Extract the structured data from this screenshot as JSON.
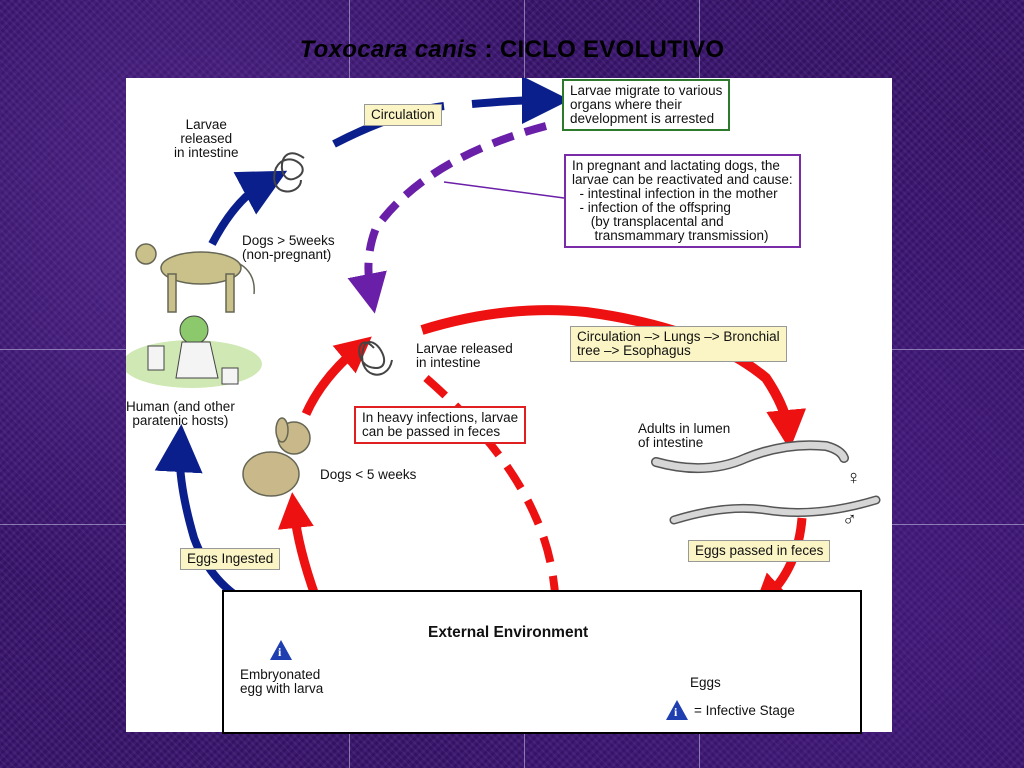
{
  "title": {
    "species": "Toxocara canis",
    "rest": " : CICLO EVOLUTIVO"
  },
  "labels": {
    "larvae_released_intestine_top": "Larvae\nreleased\nin intestine",
    "circulation": "Circulation",
    "larvae_migrate": "Larvae migrate to various\norgans where their\ndevelopment is arrested",
    "pregnant_note": "In pregnant and lactating dogs, the\nlarvae can be reactivated and cause:\n  - intestinal infection in the mother\n  - infection of the offspring\n     (by transplacental and\n      transmammary transmission)",
    "dogs_over_5weeks": "Dogs > 5weeks\n(non-pregnant)",
    "human_hosts": "Human (and other\nparatenic hosts)",
    "larvae_released_center": "Larvae released\nin intestine",
    "circulation_route": "Circulation –> Lungs –> Bronchial\ntree –> Esophagus",
    "heavy_infections": "In heavy infections, larvae\ncan be passed in feces",
    "dogs_under_5weeks": "Dogs < 5 weeks",
    "adults_lumen": "Adults in lumen\nof intestine",
    "female_symbol": "♀",
    "male_symbol": "♂",
    "eggs_passed": "Eggs passed in feces",
    "eggs_ingested": "Eggs Ingested",
    "external_environment": "External Environment",
    "embryonated_egg": "Embryonated\negg with larva",
    "eggs": "Eggs",
    "infective_stage": "= Infective Stage",
    "info_glyph": "i"
  },
  "colors": {
    "blue_arrow": "#0a1f8c",
    "purple_arrow": "#6a1fa8",
    "red_arrow": "#ee1111",
    "box_yellow": "#fbf4c4"
  },
  "icons": [
    "larva-icon",
    "dog-icon",
    "child-icon",
    "puppy-icon",
    "worm-icon",
    "egg-icon",
    "info-triangle-icon"
  ]
}
